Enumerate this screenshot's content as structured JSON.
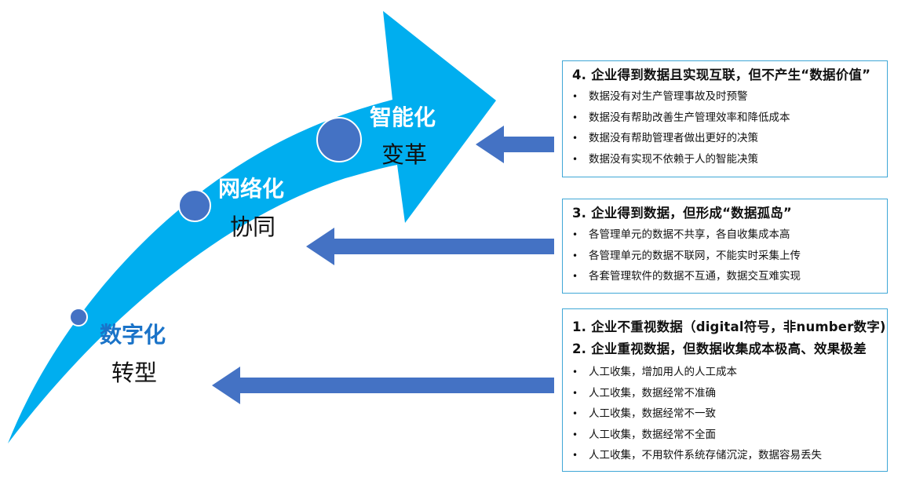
{
  "stages": [
    {
      "title": "数字化",
      "subtitle": "转型",
      "color": "#1a73c8"
    },
    {
      "title": "网络化",
      "subtitle": "协同",
      "color": "#ffffff"
    },
    {
      "title": "智能化",
      "subtitle": "变革",
      "color": "#ffffff"
    }
  ],
  "boxes": [
    {
      "headings": [
        "4. 企业得到数据且实现互联，但不产生“数据价值”"
      ],
      "items": [
        "数据没有对生产管理事故及时预警",
        "数据没有帮助改善生产管理效率和降低成本",
        "数据没有帮助管理者做出更好的决策",
        "数据没有实现不依赖于人的智能决策"
      ]
    },
    {
      "headings": [
        "3. 企业得到数据，但形成“数据孤岛”"
      ],
      "items": [
        "各管理单元的数据不共享，各自收集成本高",
        "各管理单元的数据不联网，不能实时采集上传",
        "各套管理软件的数据不互通，数据交互难实现"
      ]
    },
    {
      "headings": [
        "1. 企业不重视数据（digital符号，非number数字)",
        "2. 企业重视数据，但数据收集成本极高、效果极差"
      ],
      "items": [
        "人工收集，增加用人的人工成本",
        "人工收集，数据经常不准确",
        "人工收集，数据经常不一致",
        "人工收集，数据经常不全面",
        "人工收集，不用软件系统存储沉淀，数据容易丢失"
      ]
    }
  ],
  "colors": {
    "curve": "#00aeef",
    "dot": "#4472c4",
    "arrow": "#4472c4",
    "border": "#3fa7d6"
  }
}
